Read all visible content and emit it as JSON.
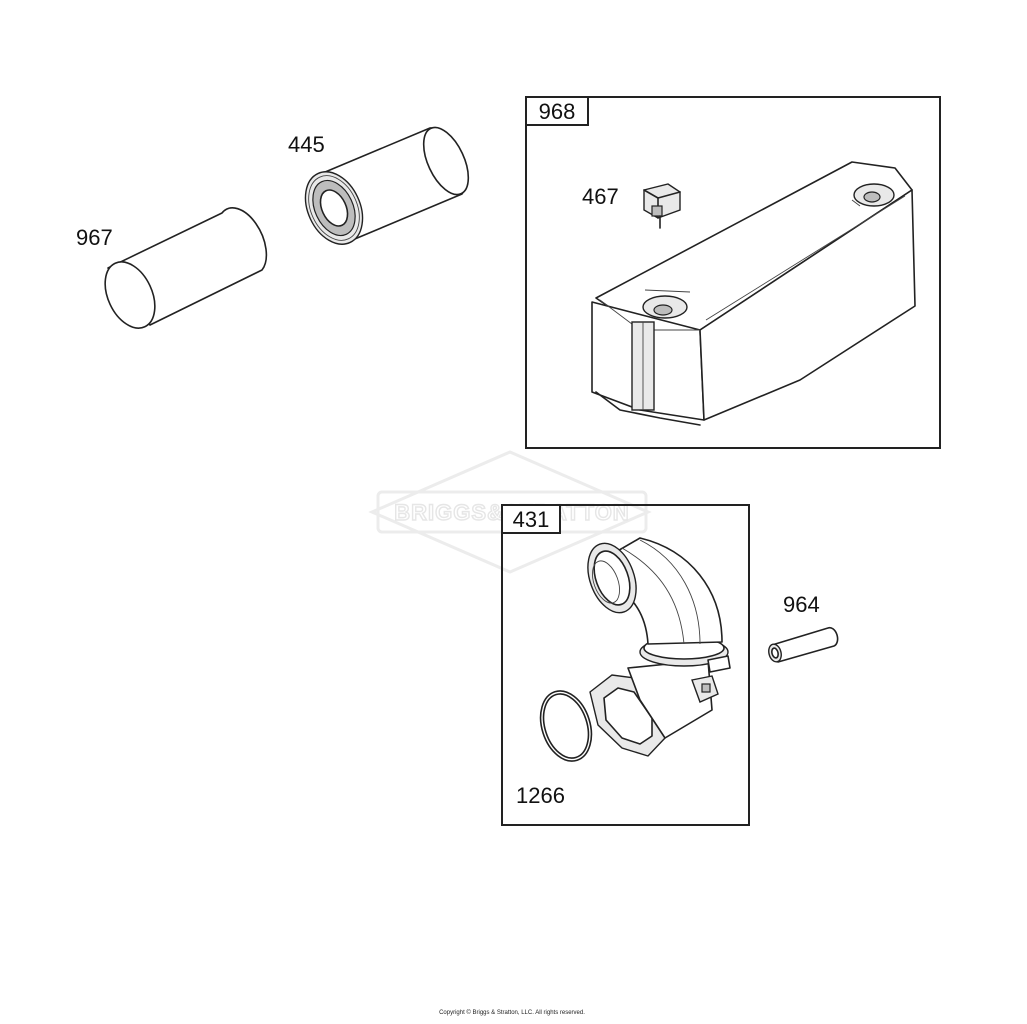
{
  "parts": {
    "p967": "967",
    "p445": "445",
    "p467": "467",
    "p964": "964",
    "p1266": "1266"
  },
  "groups": {
    "g968": "968",
    "g431": "431"
  },
  "watermark": {
    "text": "BRIGGS&STRATTON"
  },
  "copyright": "Copyright © Briggs & Stratton, LLC. All rights reserved.",
  "colors": {
    "line": "#222222",
    "watermark": "#e6e6e6",
    "background": "#ffffff"
  }
}
